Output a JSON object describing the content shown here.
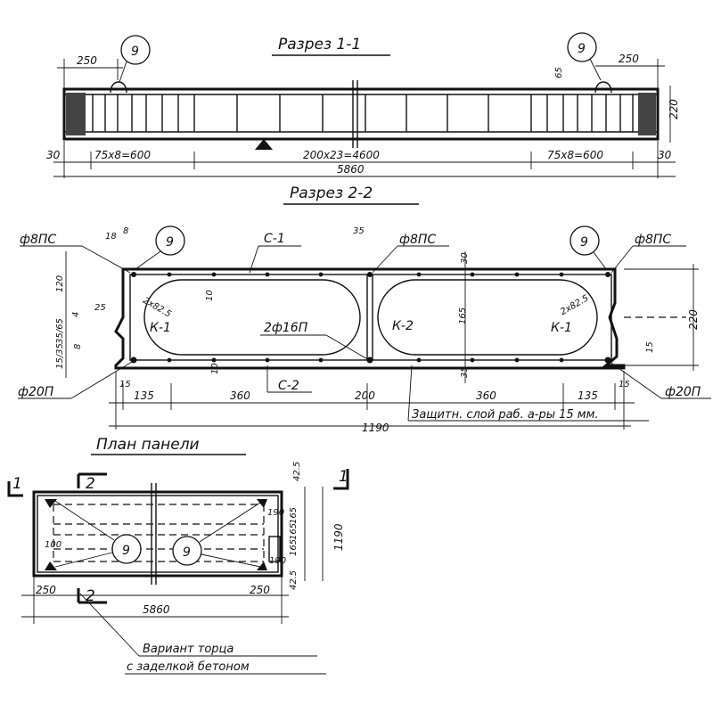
{
  "section_1_1": {
    "title": "Разрез 1-1",
    "marker": "9",
    "dims": {
      "left_top": "250",
      "right_top": "250",
      "right_65": "65",
      "height": "220",
      "left_end": "30",
      "right_end": "30",
      "left_span": "75x8=600",
      "middle_span": "200x23=4600",
      "right_span": "75x8=600",
      "total": "5860"
    }
  },
  "section_2_2": {
    "title": "Разрез 2-2",
    "marker": "9",
    "rebar_top_left": "ф8ПС",
    "rebar_top_mid": "ф8ПС",
    "rebar_top_right": "ф8ПС",
    "rebar_bottom_left": "ф20П",
    "rebar_bottom_right": "ф20П",
    "c1": "С-1",
    "c2": "С-2",
    "k1_left": "К-1",
    "k2": "К-2",
    "k1_right": "К-1",
    "mid_bars": "2ф16П",
    "cover_note": "Защитн. слой раб. а-ры 15 мм.",
    "dims": {
      "top_18": "18",
      "top_8": "8",
      "top_35": "35",
      "d_120": "120",
      "d_25": "25",
      "d_4": "4",
      "d_35_65": "35/65",
      "d_8": "8",
      "d_15_35": "15/35",
      "d_10_top": "10",
      "d_10_bot": "10",
      "d_30": "30",
      "d_165": "165",
      "d_35_low": "35",
      "k_left_dim": "2x82.5",
      "k_right_dim": "2x82.5",
      "height": "220",
      "right_15": "15",
      "b_15_left": "15",
      "b_135_left": "135",
      "b_360_left": "360",
      "b_200": "200",
      "b_360_right": "360",
      "b_135_right": "135",
      "b_15_right": "15",
      "total": "1190"
    }
  },
  "plan": {
    "title": "План панели",
    "cut_1_left": "1",
    "cut_1_right": "1",
    "cut_2_top": "2",
    "cut_2_bottom": "2",
    "marker_left": "9",
    "marker_right": "9",
    "dims": {
      "d_100": "100",
      "d_250_left": "250",
      "d_250_right": "250",
      "total": "5860",
      "height": "1190",
      "r_42_5_top": "42.5",
      "r_190": "190",
      "r_165_a": "165",
      "r_165_b": "165",
      "r_165_c": "165",
      "r_190_b": "190",
      "r_42_5_bot": "42.5"
    },
    "note_line1": "Вариант торца",
    "note_line2": "с заделкой бетоном"
  }
}
